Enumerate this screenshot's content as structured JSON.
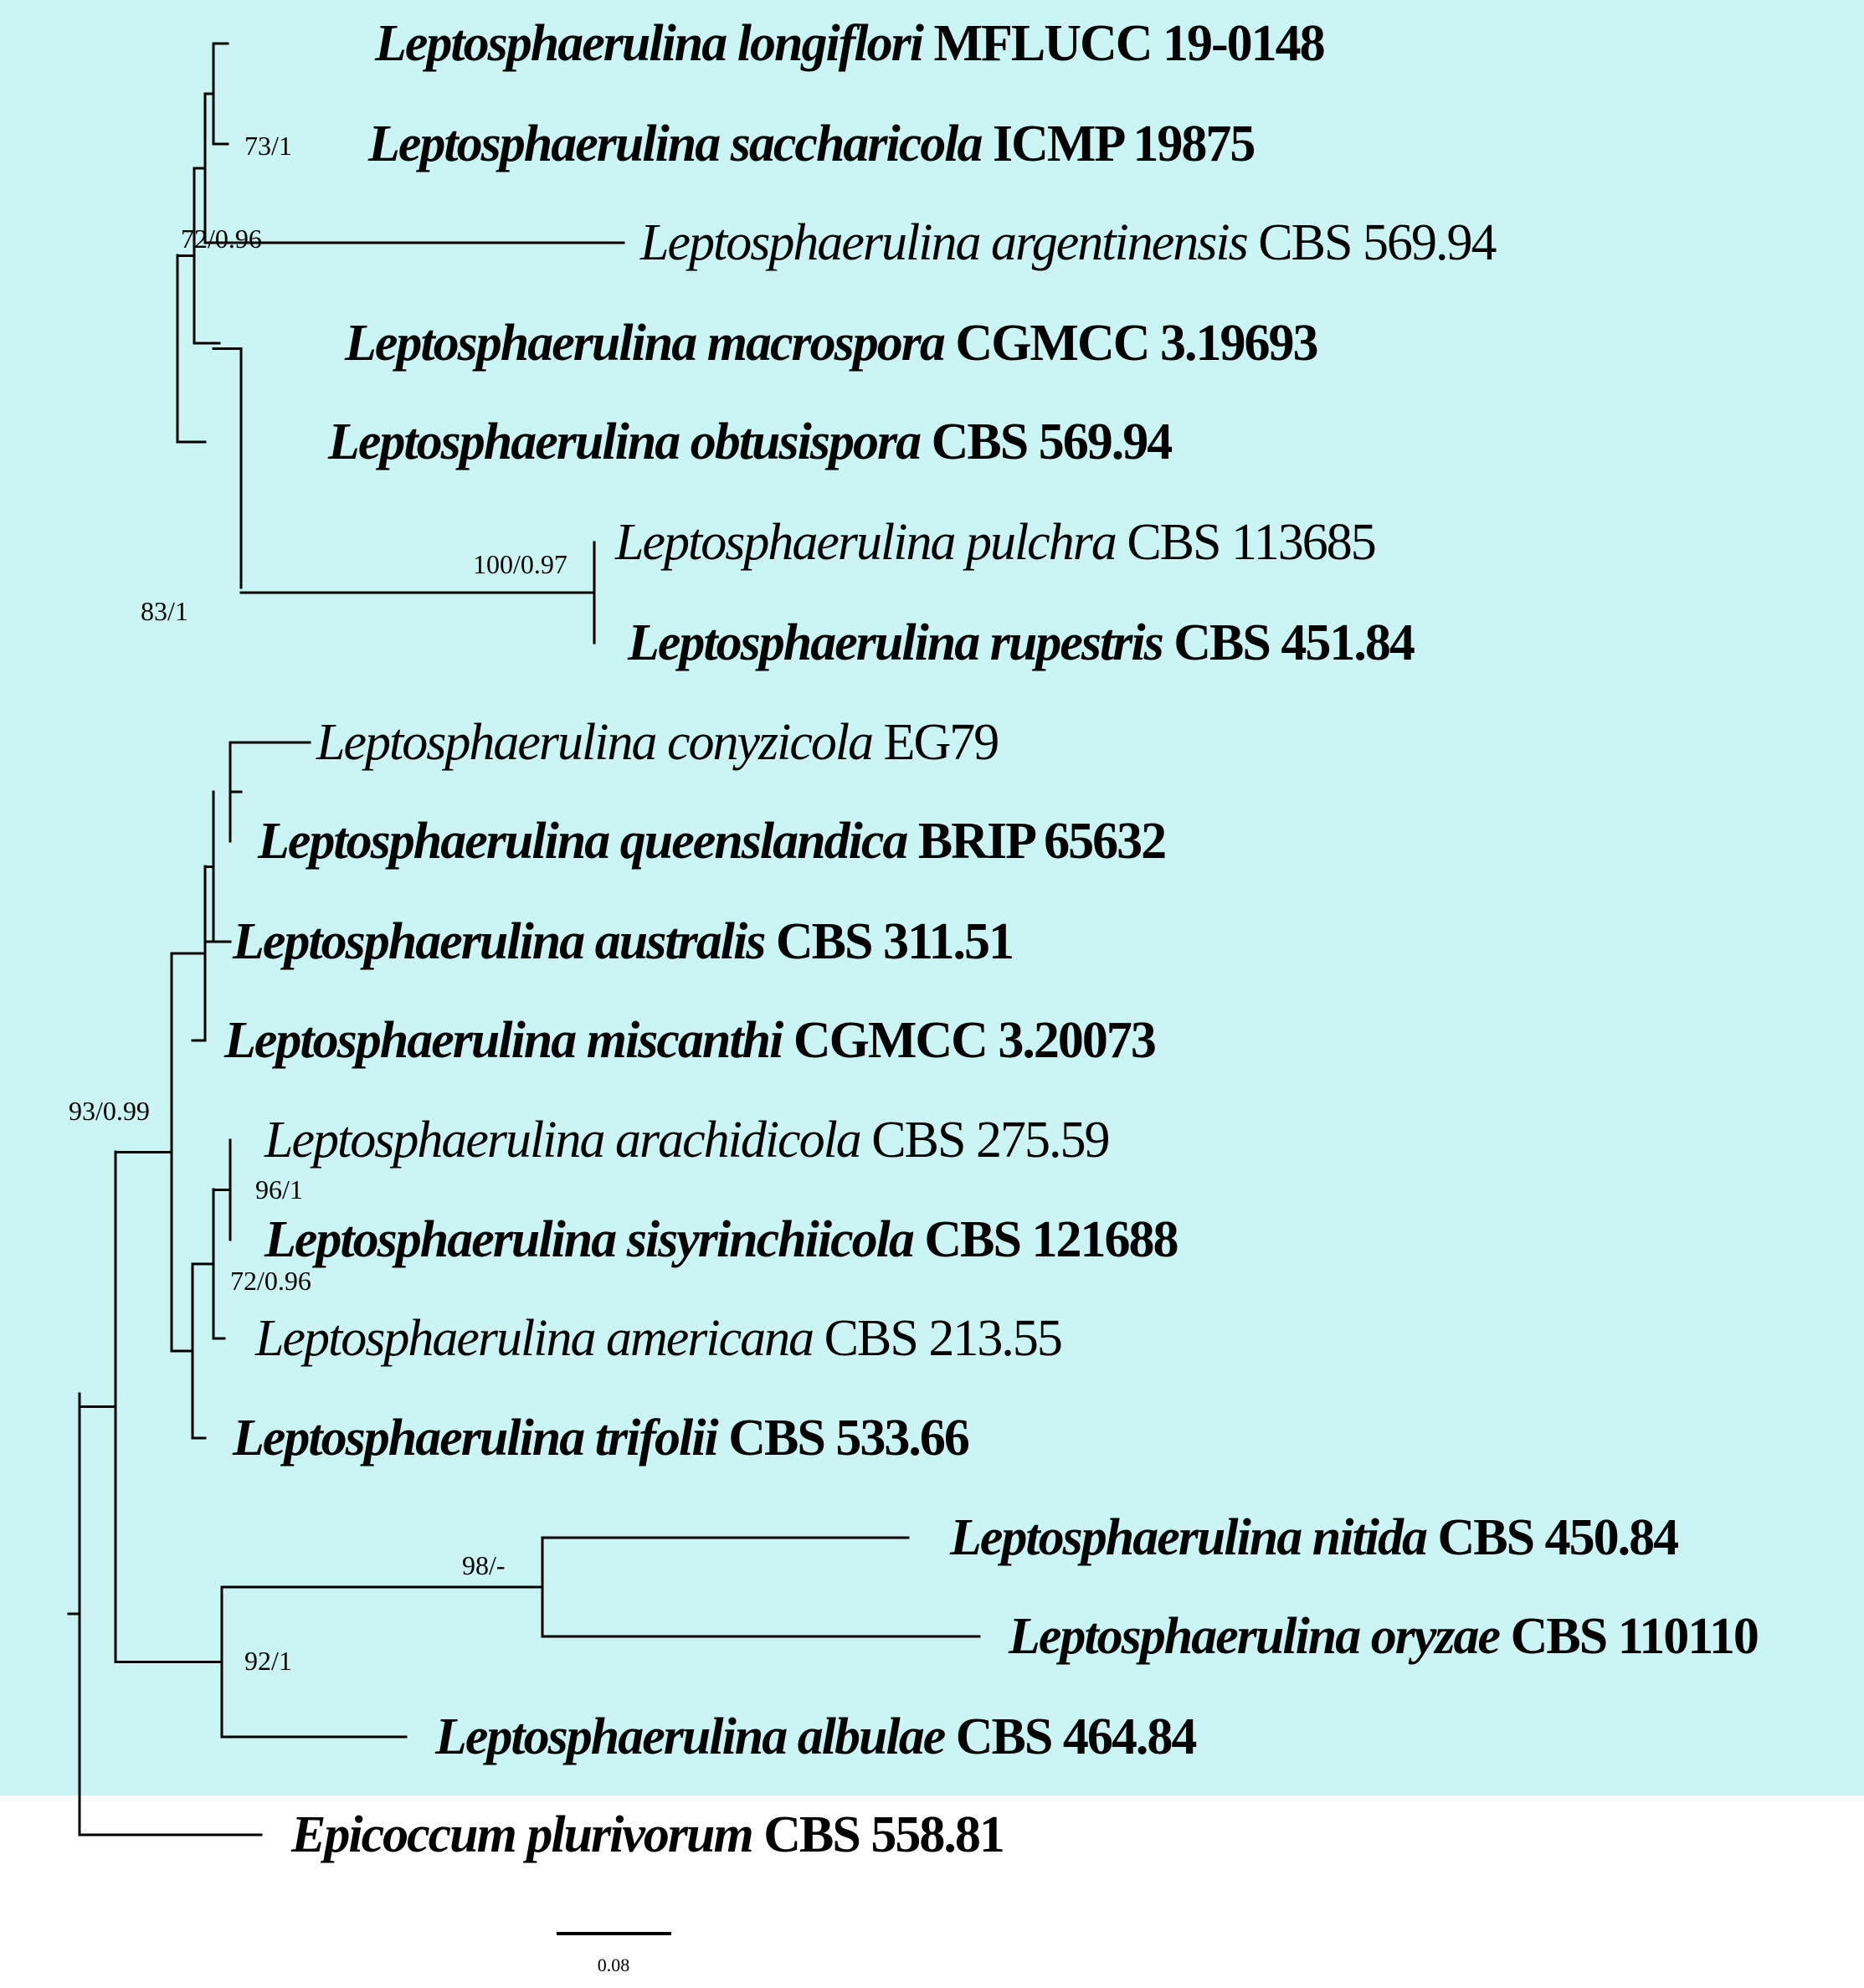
{
  "tree": {
    "highlight_color": "#cbf5f5",
    "taxa": [
      {
        "species": "Leptosphaerulina longiflori",
        "strain": "MFLUCC 19-0148",
        "bold": true
      },
      {
        "species": "Leptosphaerulina saccharicola",
        "strain": "ICMP 19875",
        "bold": true
      },
      {
        "species": "Leptosphaerulina argentinensis",
        "strain": "CBS 569.94",
        "bold": false
      },
      {
        "species": "Leptosphaerulina macrospora",
        "strain": "CGMCC 3.19693",
        "bold": true
      },
      {
        "species": "Leptosphaerulina obtusispora",
        "strain": "CBS 569.94",
        "bold": true
      },
      {
        "species": "Leptosphaerulina pulchra",
        "strain": "CBS 113685",
        "bold": false
      },
      {
        "species": "Leptosphaerulina rupestris",
        "strain": "CBS 451.84",
        "bold": true
      },
      {
        "species": "Leptosphaerulina conyzicola",
        "strain": "EG79",
        "bold": false
      },
      {
        "species": "Leptosphaerulina queenslandica",
        "strain": "BRIP 65632",
        "bold": true
      },
      {
        "species": "Leptosphaerulina australis",
        "strain": "CBS 311.51",
        "bold": true
      },
      {
        "species": "Leptosphaerulina miscanthi",
        "strain": "CGMCC 3.20073",
        "bold": true
      },
      {
        "species": "Leptosphaerulina arachidicola",
        "strain": "CBS 275.59",
        "bold": false
      },
      {
        "species": "Leptosphaerulina sisyrinchiicola",
        "strain": "CBS 121688",
        "bold": true
      },
      {
        "species": "Leptosphaerulina americana",
        "strain": "CBS 213.55",
        "bold": false
      },
      {
        "species": "Leptosphaerulina trifolii",
        "strain": "CBS 533.66",
        "bold": true
      },
      {
        "species": "Leptosphaerulina nitida",
        "strain": "CBS 450.84",
        "bold": true
      },
      {
        "species": "Leptosphaerulina oryzae",
        "strain": "CBS 110110",
        "bold": true
      },
      {
        "species": "Leptosphaerulina albulae",
        "strain": "CBS 464.84",
        "bold": true
      },
      {
        "species": "Epicoccum plurivorum",
        "strain": "CBS 558.81",
        "bold": true
      }
    ],
    "support_values": [
      "73/1",
      "72/0.96",
      "100/0.97",
      "83/1",
      "93/0.99",
      "96/1",
      "72/0.96",
      "98/-",
      "92/1"
    ],
    "scale_bar_label": "0.08"
  }
}
